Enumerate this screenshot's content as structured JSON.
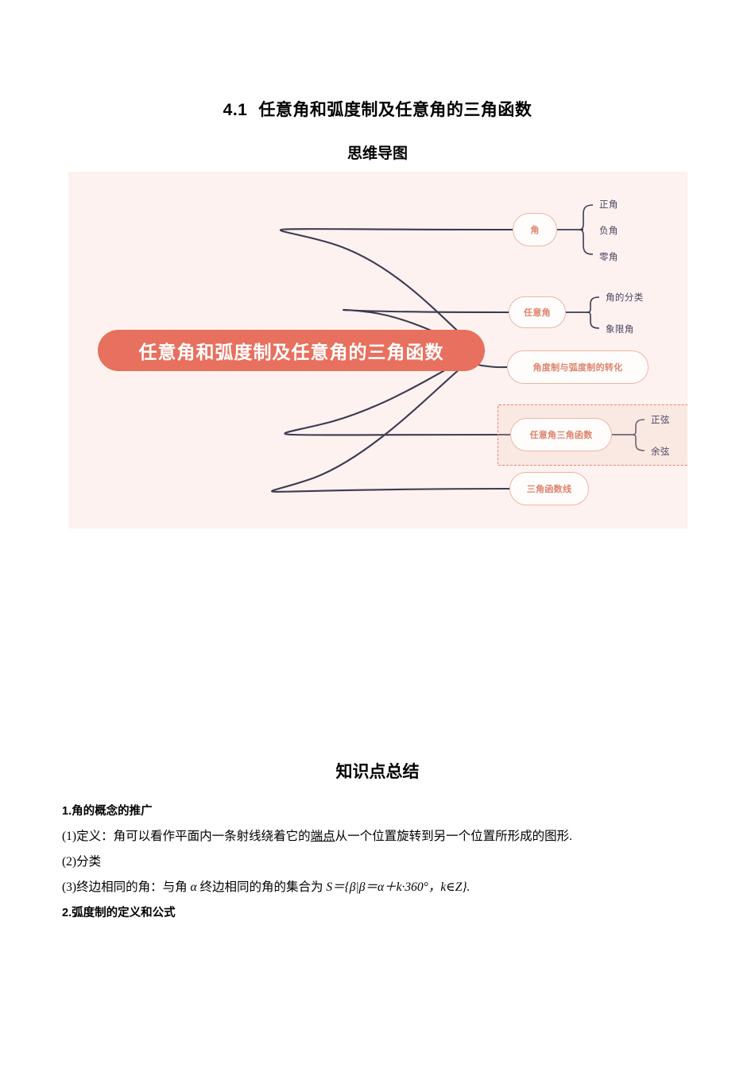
{
  "document": {
    "section_number": "4.1",
    "title": "任意角和弧度制及任意角的三角函数",
    "subtitle": "思维导图",
    "knowledge_heading": "知识点总结"
  },
  "mindmap": {
    "background_color": "#fdf2ef",
    "center_color": "#e8705e",
    "branch_text_color": "#e0836e",
    "link_color": "#3c3a52",
    "leaf_text_color": "#4a4560",
    "highlight_box_color": "#e8836d",
    "center": {
      "label": "任意角和弧度制及任意角的三角函数"
    },
    "branches": [
      {
        "label": "角",
        "children": [
          "正角",
          "负角",
          "零角"
        ]
      },
      {
        "label": "任意角",
        "children": [
          "角的分类",
          "象限角"
        ]
      },
      {
        "label": "角度制与弧度制的转化",
        "children": []
      },
      {
        "label": "任意角三角函数",
        "children": [
          "正弦",
          "余弦"
        ],
        "highlighted": true
      },
      {
        "label": "三角函数线",
        "children": []
      }
    ]
  },
  "knowledge": {
    "items": [
      {
        "id": "h1",
        "style": "bold",
        "text": "1.角的概念的推广"
      },
      {
        "id": "p1",
        "style": "normal",
        "text_before": "(1)定义：角可以看作平面内一条射线绕着它的",
        "underlined": "端点",
        "text_after": "从一个位置旋转到另一个位置所形成的图形."
      },
      {
        "id": "p2",
        "style": "normal",
        "text": "(2)分类"
      },
      {
        "id": "p3",
        "style": "formula",
        "prefix": "(3)终边相同的角：与角 ",
        "alpha": "α",
        "mid": " 终边相同的角的集合为 ",
        "formula": "S＝{β|β＝α＋k·360°，k∈Z}."
      },
      {
        "id": "h2",
        "style": "bold",
        "text": "2.弧度制的定义和公式"
      }
    ]
  }
}
